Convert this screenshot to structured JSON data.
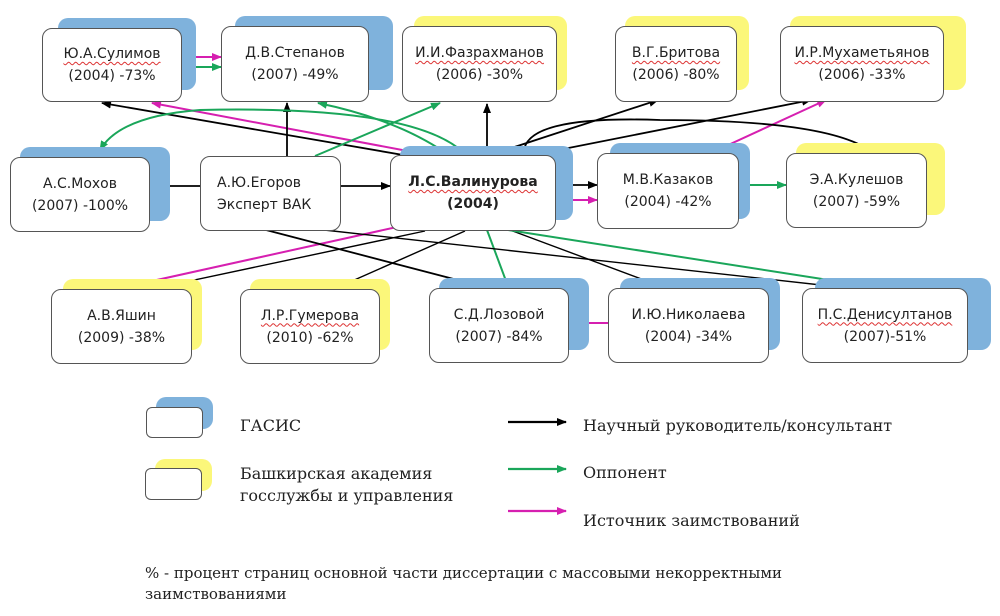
{
  "colors": {
    "gasis": "#7fb2dc",
    "bashkir": "#fbf77a",
    "advisor": "#000000",
    "opponent": "#1aa65a",
    "source": "#d61fb0"
  },
  "nodes": {
    "sulimov": {
      "name": "Ю.А.Сулимов",
      "info": "(2004) -73%",
      "org": "gasis"
    },
    "stepanov": {
      "name": "Д.В.Степанов",
      "info": "(2007) -49%",
      "org": "gasis"
    },
    "fazrakhmanov": {
      "name": "И.И.Фазрахманов",
      "info": "(2006) -30%",
      "org": "bashkir"
    },
    "britova": {
      "name": "В.Г.Бритова",
      "info": "(2006) -80%",
      "org": "bashkir"
    },
    "mukhametyanov": {
      "name": "И.Р.Мухаметьянов",
      "info": "(2006) -33%",
      "org": "bashkir"
    },
    "mokhov": {
      "name": "А.С.Мохов",
      "info": "(2007) -100%",
      "org": "gasis"
    },
    "egorov": {
      "name": "А.Ю.Егоров",
      "info": "Эксперт ВАК",
      "org": "none"
    },
    "valinurova": {
      "name": "Л.С.Валинурова",
      "info": "(2004)",
      "org": "gasis"
    },
    "kazakov": {
      "name": "М.В.Казаков",
      "info": "(2004) -42%",
      "org": "gasis"
    },
    "kuleshov": {
      "name": "Э.А.Кулешов",
      "info": "(2007) -59%",
      "org": "bashkir"
    },
    "yashin": {
      "name": "А.В.Яшин",
      "info": "(2009) -38%",
      "org": "bashkir"
    },
    "gumerova": {
      "name": "Л.Р.Гумерова",
      "info": "(2010) -62%",
      "org": "bashkir"
    },
    "lozovoy": {
      "name": "С.Д.Лозовой",
      "info": "(2007) -84%",
      "org": "gasis"
    },
    "nikolaeva": {
      "name": "И.Ю.Николаева",
      "info": "(2004) -34%",
      "org": "gasis"
    },
    "denisultanov": {
      "name": "П.С.Денисултанов",
      "info": "(2007)-51%",
      "org": "gasis"
    }
  },
  "edges": [
    {
      "from": "sulimov",
      "to": "stepanov",
      "type": "source"
    },
    {
      "from": "sulimov",
      "to": "stepanov",
      "type": "opponent"
    },
    {
      "from": "valinurova",
      "to": "sulimov",
      "type": "advisor"
    },
    {
      "from": "valinurova",
      "to": "sulimov",
      "type": "source"
    },
    {
      "from": "egorov",
      "to": "stepanov",
      "type": "advisor"
    },
    {
      "from": "valinurova",
      "to": "stepanov",
      "type": "opponent"
    },
    {
      "from": "egorov",
      "to": "fazrakhmanov",
      "type": "opponent"
    },
    {
      "from": "valinurova",
      "to": "fazrakhmanov",
      "type": "advisor"
    },
    {
      "from": "valinurova",
      "to": "britova",
      "type": "advisor"
    },
    {
      "from": "valinurova",
      "to": "mukhametyanov",
      "type": "advisor"
    },
    {
      "from": "kazakov",
      "to": "mukhametyanov",
      "type": "source"
    },
    {
      "from": "valinurova",
      "to": "kuleshov",
      "type": "advisor"
    },
    {
      "from": "valinurova",
      "to": "mokhov",
      "type": "opponent"
    },
    {
      "from": "egorov",
      "to": "mokhov",
      "type": "advisor"
    },
    {
      "from": "egorov",
      "to": "valinurova",
      "type": "advisor"
    },
    {
      "from": "valinurova",
      "to": "kazakov",
      "type": "advisor"
    },
    {
      "from": "valinurova",
      "to": "kazakov",
      "type": "source"
    },
    {
      "from": "kazakov",
      "to": "kuleshov",
      "type": "opponent"
    },
    {
      "from": "valinurova",
      "to": "yashin",
      "type": "source"
    },
    {
      "from": "valinurova",
      "to": "yashin",
      "type": "advisor"
    },
    {
      "from": "valinurova",
      "to": "gumerova",
      "type": "advisor"
    },
    {
      "from": "egorov",
      "to": "lozovoy",
      "type": "advisor"
    },
    {
      "from": "valinurova",
      "to": "lozovoy",
      "type": "opponent"
    },
    {
      "from": "valinurova",
      "to": "nikolaeva",
      "type": "advisor"
    },
    {
      "from": "egorov",
      "to": "denisultanov",
      "type": "advisor"
    },
    {
      "from": "valinurova",
      "to": "denisultanov",
      "type": "opponent"
    },
    {
      "from": "nikolaeva",
      "to": "lozovoy",
      "type": "source"
    }
  ],
  "legend": {
    "orgs": [
      {
        "key": "gasis",
        "label": "ГАСИС"
      },
      {
        "key": "bashkir",
        "label_line1": "Башкирская академия",
        "label_line2": "госслужбы и управления"
      }
    ],
    "arrows": [
      {
        "key": "advisor",
        "label": "Научный  руководитель/консультант"
      },
      {
        "key": "opponent",
        "label": "Оппонент"
      },
      {
        "key": "source",
        "label": "Источник  заимствований"
      }
    ]
  },
  "footnote": {
    "line1": "% - процент страниц основной части диссертации с  массовыми некорректными",
    "line2": "заимствованиями"
  }
}
